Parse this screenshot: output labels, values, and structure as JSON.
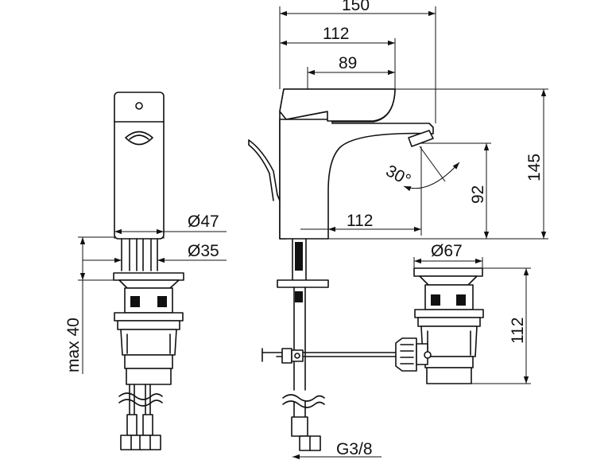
{
  "dimensions": {
    "width_total": "150",
    "spout_length": "112",
    "handle_length": "89",
    "height": "145",
    "spout_height": "92",
    "spout_reach": "112",
    "angle": "30°",
    "dia_body": "Ø47",
    "dia_inner": "Ø35",
    "dia_waste": "Ø67",
    "waste_height": "112",
    "max_thickness": "max 40",
    "connection": "G3/8"
  }
}
